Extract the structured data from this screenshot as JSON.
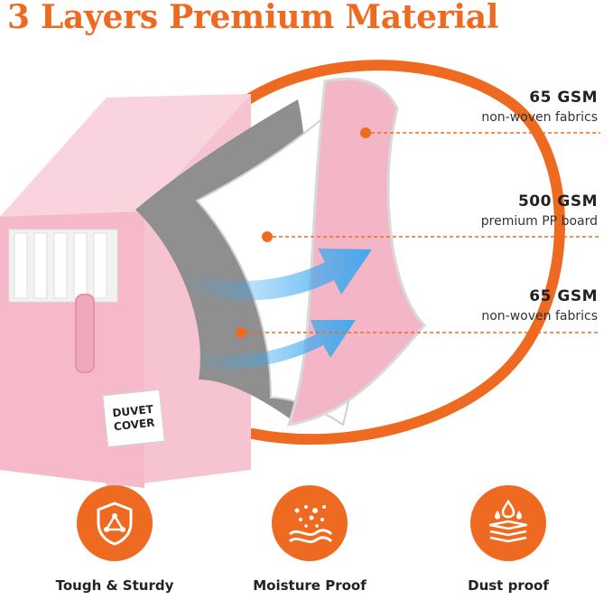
{
  "title": "3 Layers Premium Material",
  "tag": {
    "line1": "DUVET",
    "line2": "COVER"
  },
  "layers": [
    {
      "gsm": "65 GSM",
      "desc": "non-woven fabrics"
    },
    {
      "gsm": "500 GSM",
      "desc": "premium PP board"
    },
    {
      "gsm": "65 GSM",
      "desc": "non-woven fabrics"
    }
  ],
  "features": [
    {
      "label": "Tough & Sturdy",
      "icon": "shield-icon"
    },
    {
      "label": "Moisture Proof",
      "icon": "moisture-icon"
    },
    {
      "label": "Dust proof",
      "icon": "dust-proof-icon"
    }
  ],
  "colors": {
    "accent": "#ef6a21",
    "box_pink": "#f4b8c8",
    "gray_layer": "#8f8f8f",
    "arrow_blue": "#3aa8f0"
  }
}
